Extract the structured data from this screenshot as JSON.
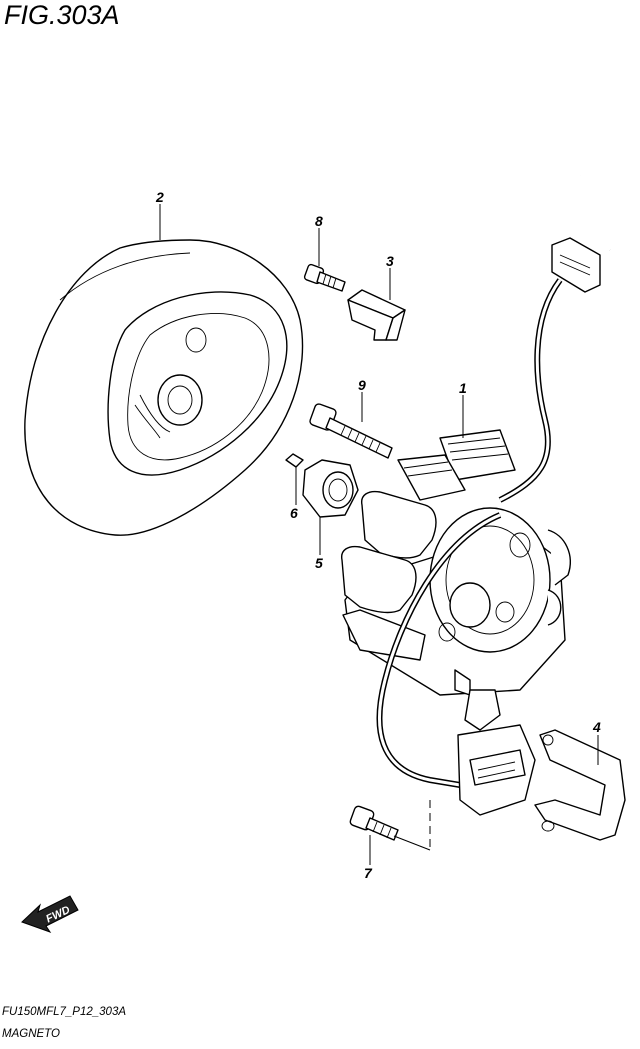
{
  "figure": {
    "title": "FIG.303A",
    "code": "FU150MFL7_P12_303A",
    "name": "MAGNETO"
  },
  "callouts": [
    {
      "id": "1",
      "label": "1"
    },
    {
      "id": "2",
      "label": "2"
    },
    {
      "id": "3",
      "label": "3"
    },
    {
      "id": "4",
      "label": "4"
    },
    {
      "id": "5",
      "label": "5"
    },
    {
      "id": "6",
      "label": "6"
    },
    {
      "id": "7",
      "label": "7"
    },
    {
      "id": "8",
      "label": "8"
    },
    {
      "id": "9",
      "label": "9"
    }
  ],
  "direction_badge": {
    "label": "FWD"
  }
}
